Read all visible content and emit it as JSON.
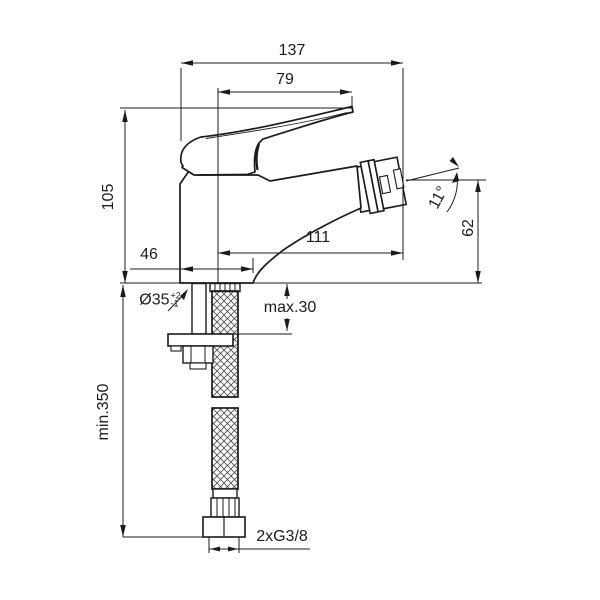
{
  "drawing": {
    "subject": "single-lever bidet mixer faucet - dimensional side view",
    "line_color": "#1b1b1b",
    "background_color": "#ffffff"
  },
  "dims": {
    "overall_length": "137",
    "handle_length": "79",
    "body_height": "105",
    "base_width": "46",
    "spout_reach": "111",
    "aerator_angle": "11°",
    "outlet_height": "62",
    "hole_diameter": "Ø35",
    "hole_tol_plus": "+2",
    "hole_tol_minus": "-1",
    "max_deck_thickness": "max.30",
    "min_hose_length": "min.350",
    "connection_thread": "2xG3/8"
  }
}
